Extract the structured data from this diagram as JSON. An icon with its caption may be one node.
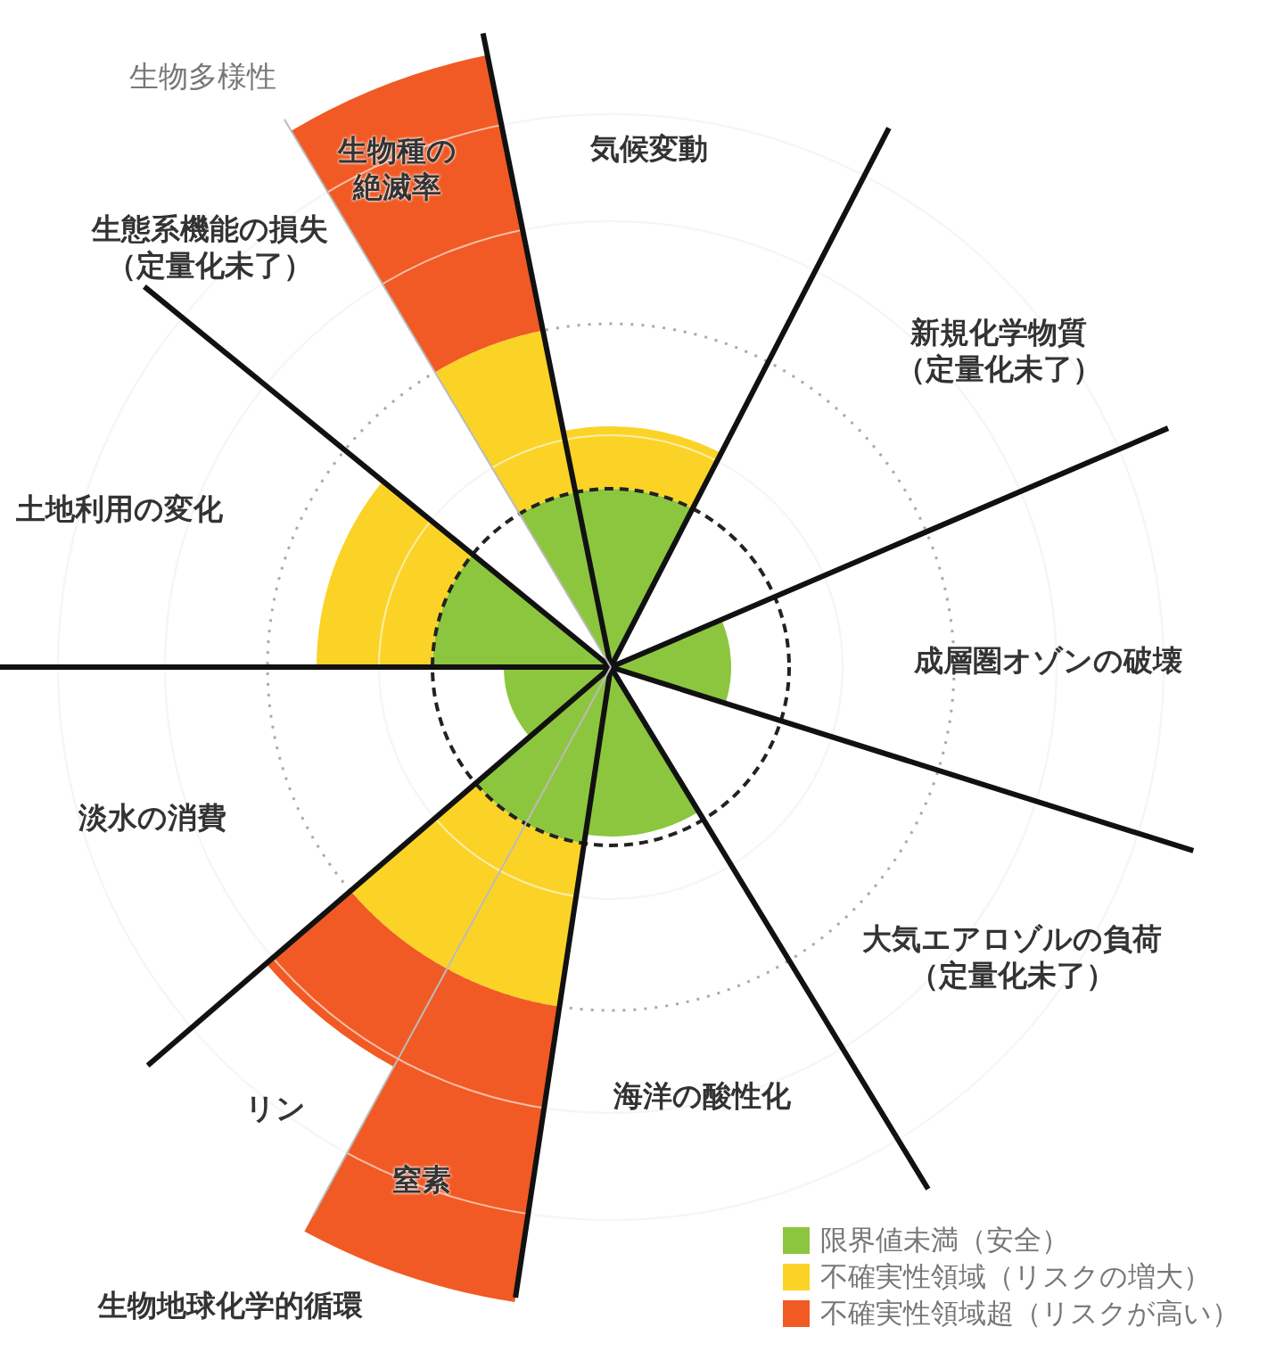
{
  "diagram": {
    "labels": [
      "生物多様性",
      "生物種の絶滅率",
      "生態系機能の損失（定量化未了）",
      "気候変動",
      "新規化学物質（定量化未了）",
      "土地利用の変化",
      "成層圏オゾンの破壊",
      "淡水の消費",
      "大気エアロゾルの負荷（定量化未了）",
      "リン",
      "海洋の酸性化",
      "窒素",
      "生物地球化学的循環"
    ],
    "legend": [
      {
        "text": "限界値未満（安全）",
        "color": "#8cc63f"
      },
      {
        "text": "不確実性領域（リスクの増大）",
        "color": "#fbd327"
      },
      {
        "text": "不確実性領域超（リスクが高い）",
        "color": "#f15a24"
      }
    ]
  }
}
